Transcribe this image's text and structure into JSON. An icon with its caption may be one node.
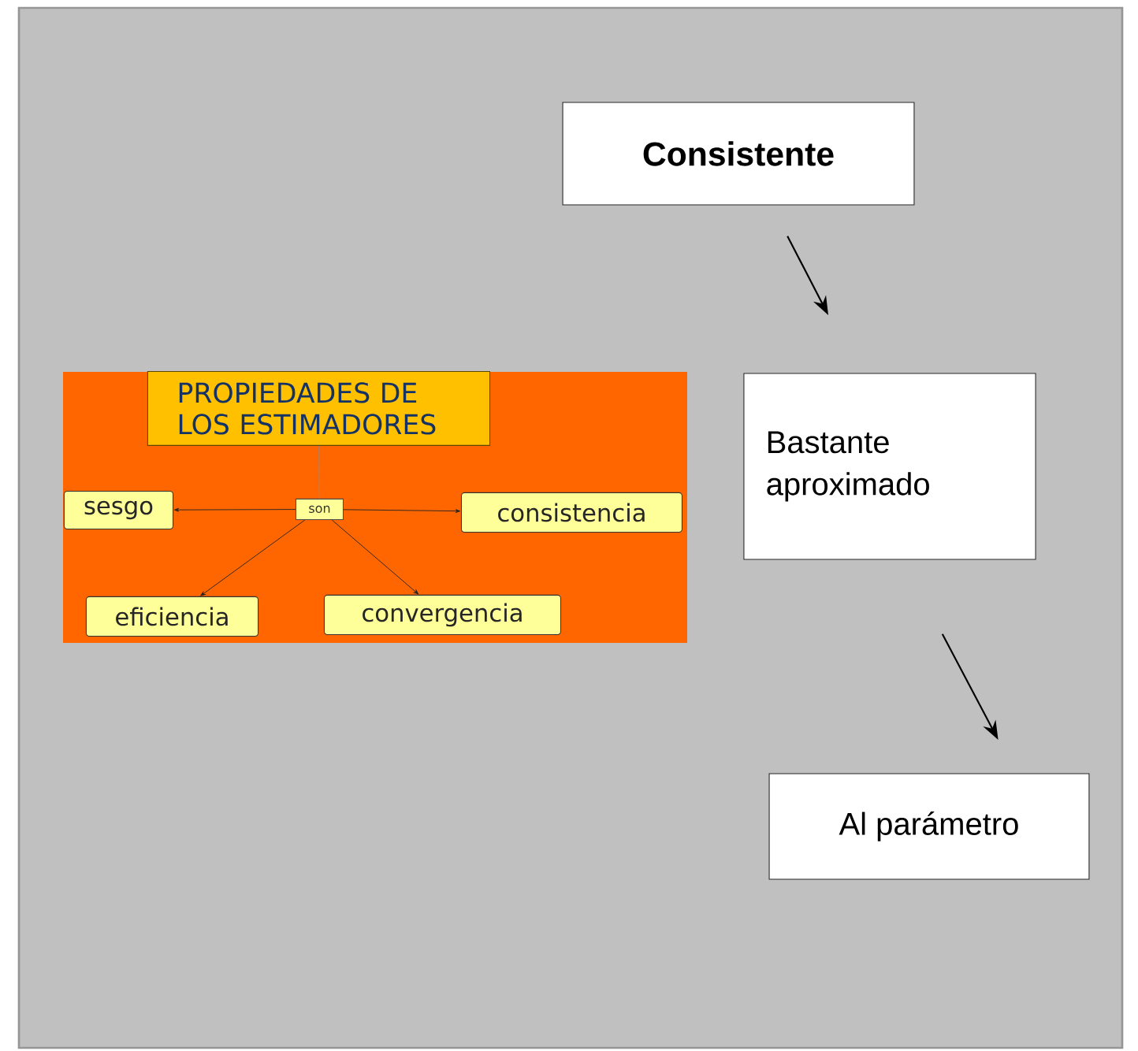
{
  "diagram": {
    "nodes": [
      {
        "text": [],
        "shape": "box"
      },
      {
        "text": [
          "PROPIEDADES DE LOS ESTIMADORES"
        ],
        "in": 0
      },
      {
        "text": [
          "son"
        ],
        "in": 0
      },
      {
        "text": [
          "sesgo"
        ],
        "in": 0
      },
      {
        "text": [
          "consistencia"
        ],
        "in": 0
      },
      {
        "text": [
          "eficiencia"
        ],
        "in": 0
      },
      {
        "text": [
          "convergencia"
        ],
        "in": 0
      },
      {
        "text": [
          "Consistente"
        ]
      },
      {
        "text": [
          "Bastante aproximado"
        ]
      },
      {
        "text": [
          "Al parámetro"
        ]
      }
    ],
    "edges": [
      {
        "from": 1,
        "to": 2,
        "arrow": "none",
        "color": "#8c8c8c"
      },
      {
        "from": 2,
        "to": 3,
        "arrow": "to"
      },
      {
        "from": 2,
        "to": 4,
        "arrow": "to"
      },
      {
        "from": 2,
        "to": 5,
        "arrow": "to"
      },
      {
        "from": 2,
        "to": 6,
        "arrow": "to"
      },
      {
        "from": 7,
        "to": 8,
        "arrow": "to"
      },
      {
        "from": 8,
        "to": 9,
        "arrow": "to"
      }
    ]
  }
}
